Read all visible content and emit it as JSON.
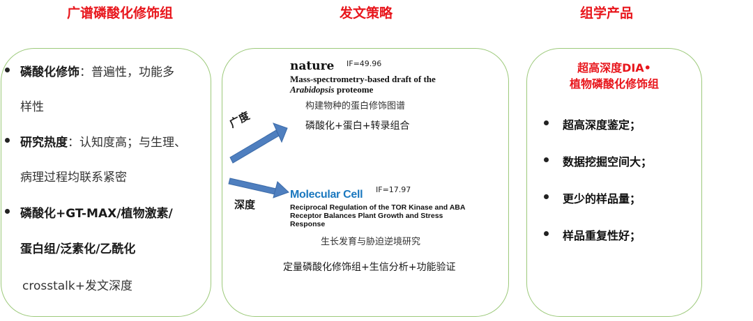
{
  "headers": {
    "left": "广谱磷酸化修饰组",
    "middle": "发文策略",
    "right": "组学产品"
  },
  "left_panel": {
    "items": [
      {
        "label": "磷酸化修饰",
        "text": "：普遍性，功能多",
        "continuation": "样性"
      },
      {
        "label": "研究热度",
        "text": "：认知度高；与生理、",
        "continuation": "病理过程均联系紧密"
      },
      {
        "label": "磷酸化+GT-MAX/植物激素/",
        "text": "",
        "continuation": "蛋白组/泛素化/乙酰化"
      }
    ],
    "footer": "crosstalk+发文深度"
  },
  "middle_panel": {
    "label_breadth": "广度",
    "label_depth": "深度",
    "paper1": {
      "journal": "nature",
      "impact_factor": "IF=49.96",
      "title_line1": "Mass-spectrometry-based draft of the",
      "title_line2_italic": "Arabidopsis",
      "title_line2_rest": " proteome",
      "caption": "构建物种的蛋白修饰图谱",
      "approach": "磷酸化+蛋白+转录组合"
    },
    "paper2": {
      "journal": "Molecular Cell",
      "impact_factor": "IF=17.97",
      "title_line1": "Reciprocal Regulation of the TOR Kinase and ABA",
      "title_line2": "Receptor Balances Plant Growth and Stress",
      "title_line3": "Response",
      "caption": "生长发育与胁迫逆境研究",
      "approach": "定量磷酸化修饰组+生信分析+功能验证"
    }
  },
  "right_panel": {
    "title_line1": "超高深度DIA•",
    "title_line2": "植物磷酸化修饰组",
    "items": [
      "超高深度鉴定；",
      "数据挖掘空间大；",
      "更少的样品量；",
      "样品重复性好；"
    ]
  },
  "colors": {
    "header_red": "#e8161c",
    "panel_border": "#9cc97a",
    "arrow_blue": "#4f7fbf",
    "molecular_cell_blue": "#1b78bf"
  }
}
